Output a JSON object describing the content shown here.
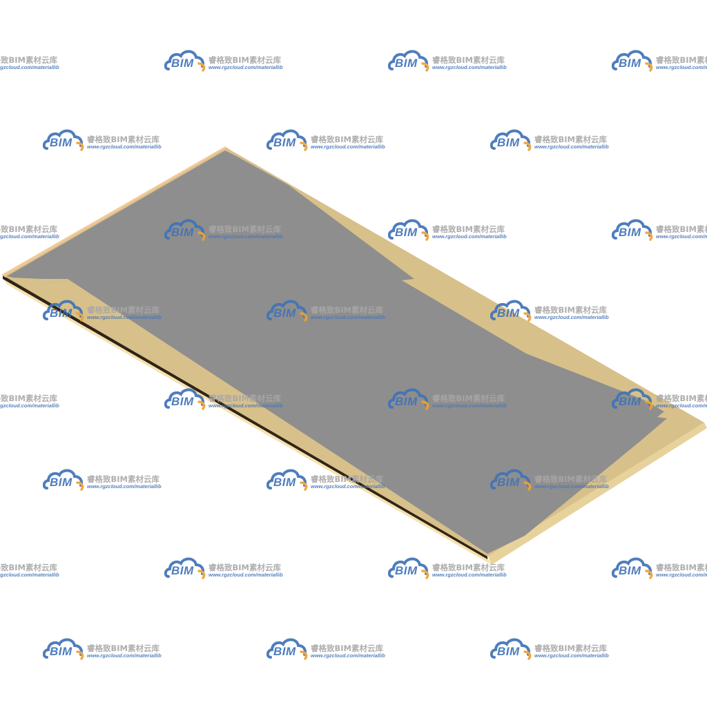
{
  "watermark": {
    "logo_text": "BIM",
    "name": "睿格致BIM素材云库",
    "url": "www.rgzcloud.com/materiallib",
    "logo_icon": "cloud-icon",
    "colors": {
      "logo_blue": "#3f73b8",
      "logo_orange": "#f0a030",
      "name_gray": "#a8a8a8"
    }
  },
  "panel": {
    "colors": {
      "top_face": "#8e8e8e",
      "edge_light": "#f2c99a",
      "edge_wood": "#d8c08a",
      "edge_dark": "#2e2418",
      "edge_base": "#f6e2b0"
    }
  }
}
